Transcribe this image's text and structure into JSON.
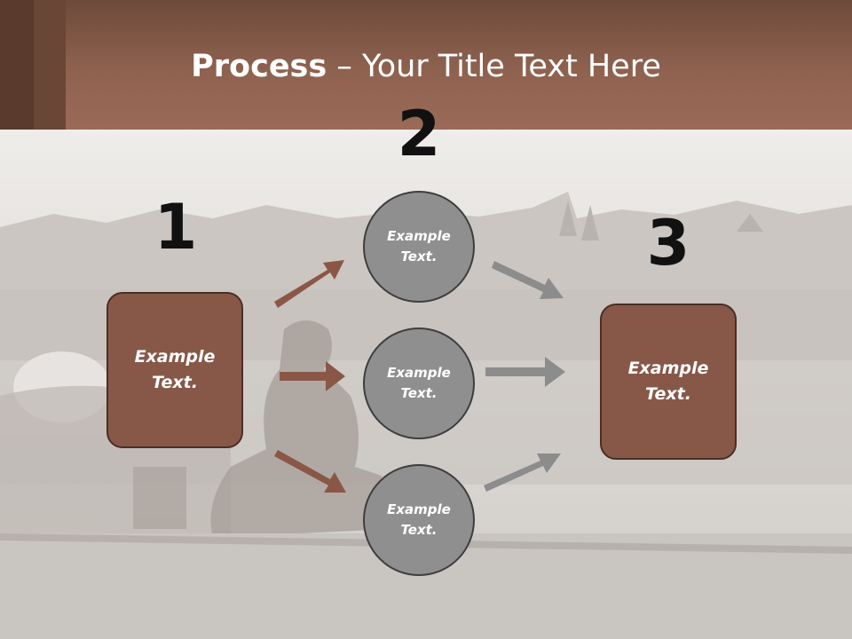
{
  "title": {
    "bold": "Process",
    "rest": " – Your Title Text Here"
  },
  "steps": {
    "one": "1",
    "two": "2",
    "three": "3"
  },
  "left_box": {
    "line1": "Example",
    "line2": "Text."
  },
  "circles": [
    {
      "line1": "Example",
      "line2": "Text."
    },
    {
      "line1": "Example",
      "line2": "Text."
    },
    {
      "line1": "Example",
      "line2": "Text."
    }
  ],
  "right_box": {
    "line1": "Example",
    "line2": "Text."
  },
  "colors": {
    "brown": "#875848",
    "gray": "#8f8f8f",
    "header": "#8f6250"
  }
}
